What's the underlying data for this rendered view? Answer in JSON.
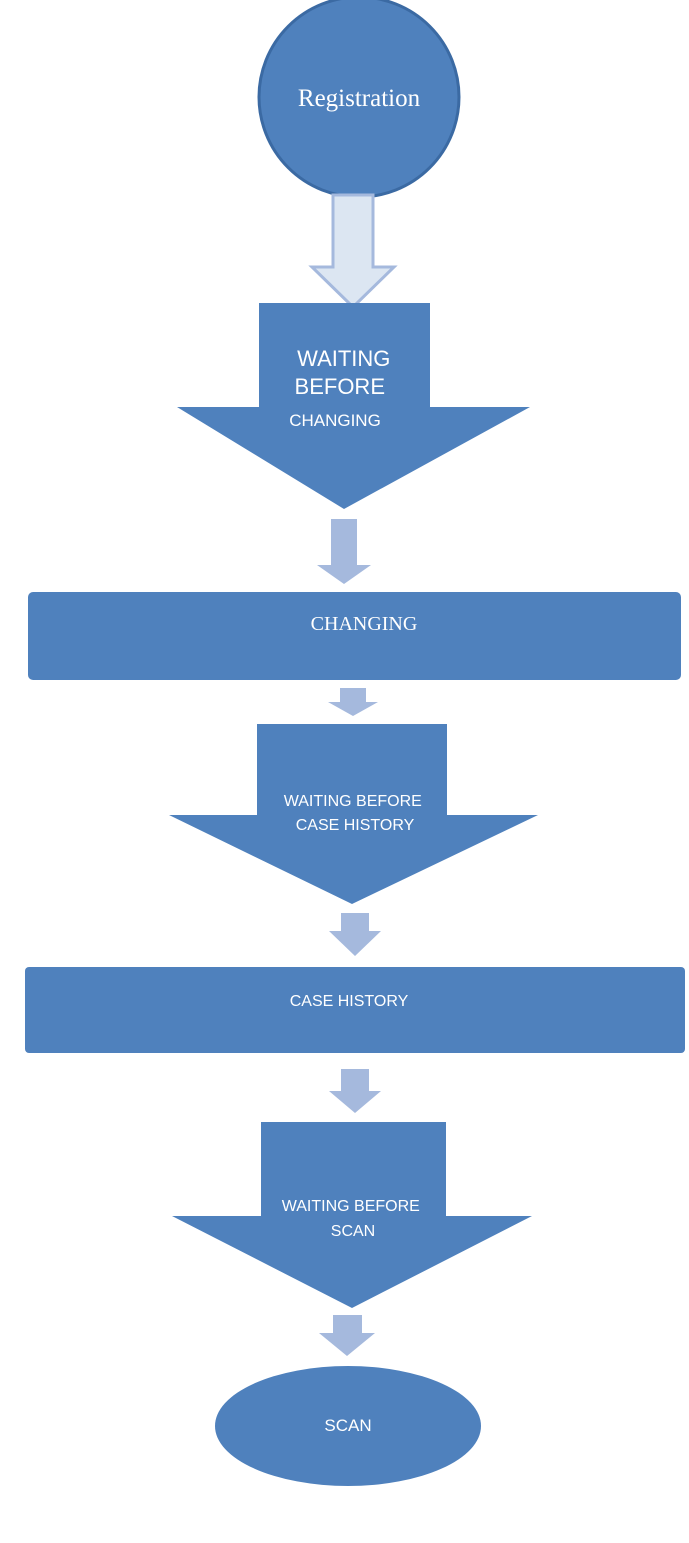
{
  "colors": {
    "shape_fill": "#4f81bd",
    "shape_stroke": "#3b6aa3",
    "connector_fill": "#a5b9dd",
    "connector_light": "#dce6f2",
    "text": "#ffffff"
  },
  "nodes": {
    "registration": {
      "label": "Registration"
    },
    "waiting_changing": {
      "lines": [
        "WAITING",
        "BEFORE",
        "CHANGING"
      ]
    },
    "changing": {
      "label": "CHANGING"
    },
    "waiting_case_history": {
      "lines": [
        "WAITING BEFORE",
        "CASE HISTORY"
      ]
    },
    "case_history": {
      "label": "CASE HISTORY"
    },
    "waiting_scan": {
      "lines": [
        "WAITING BEFORE",
        "SCAN"
      ]
    },
    "scan": {
      "label": "SCAN"
    }
  }
}
